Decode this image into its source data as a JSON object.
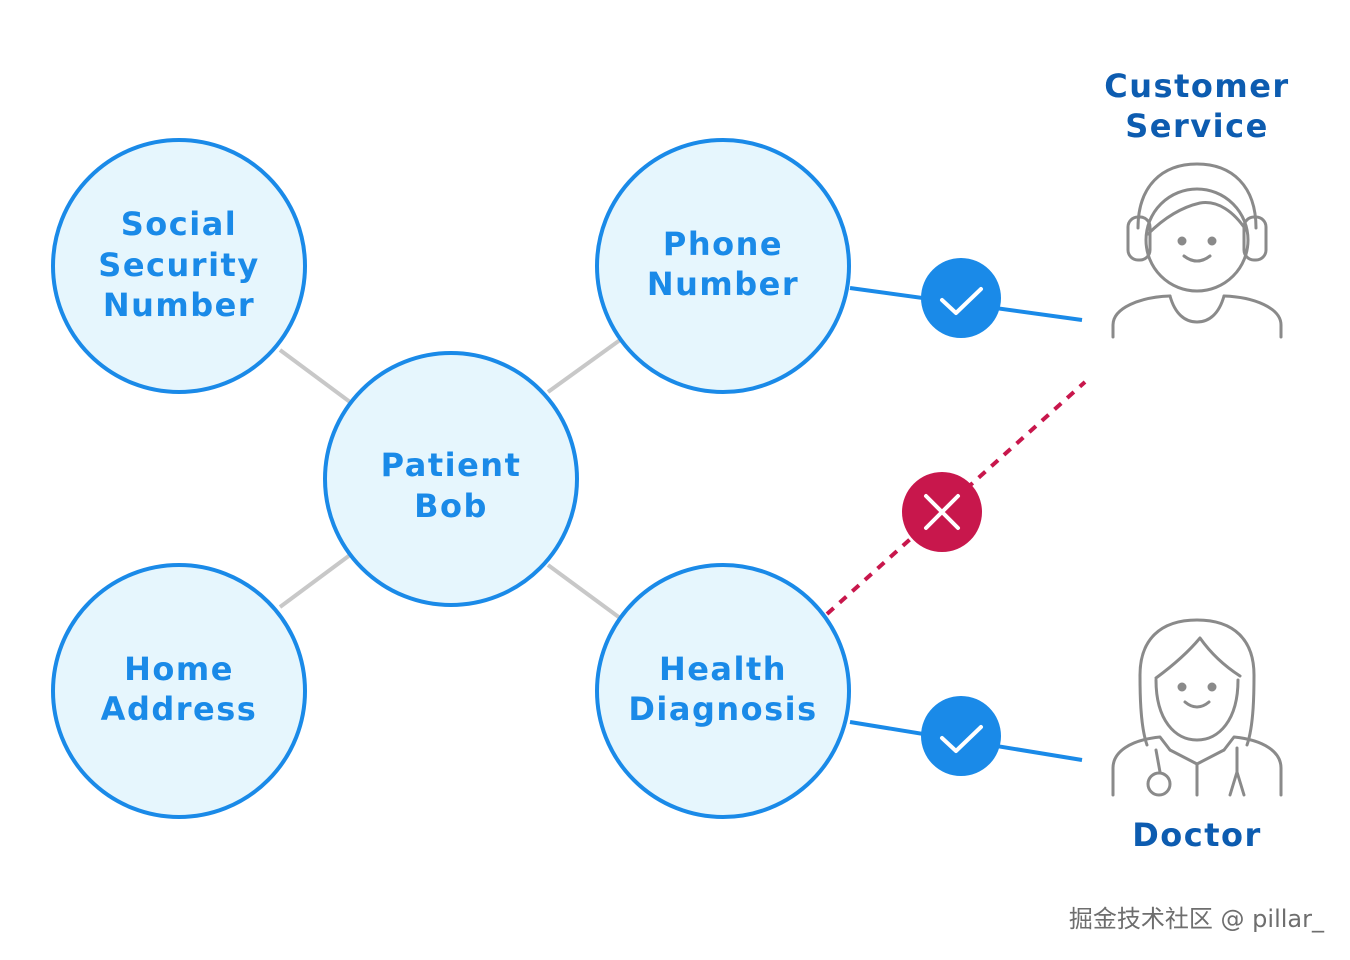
{
  "colors": {
    "node_fill": "#e6f6fd",
    "node_stroke": "#1a8ae8",
    "node_text": "#1a8ae8",
    "role_text": "#0d5cb0",
    "link_gray": "#c8c8c8",
    "allowed_line": "#1a8ae8",
    "allowed_badge": "#1a8ae8",
    "denied_line": "#c8174c",
    "denied_badge": "#c8174c",
    "icon_stroke": "#8a8a8a",
    "watermark": "#6e6e6e"
  },
  "nodes": {
    "ssn": {
      "line1": "Social",
      "line2": "Security",
      "line3": "Number"
    },
    "patient": {
      "line1": "Patient",
      "line2": "Bob"
    },
    "phone": {
      "line1": "Phone",
      "line2": "Number"
    },
    "home": {
      "line1": "Home",
      "line2": "Address"
    },
    "health": {
      "line1": "Health",
      "line2": "Diagnosis"
    }
  },
  "roles": {
    "customer_service": {
      "line1": "Customer",
      "line2": "Service",
      "icon": "headset-person-icon"
    },
    "doctor": {
      "label": "Doctor",
      "icon": "doctor-stethoscope-icon"
    }
  },
  "access": {
    "phone_to_customer_service": {
      "status": "allowed",
      "icon": "check-icon"
    },
    "health_to_customer_service": {
      "status": "denied",
      "icon": "x-icon"
    },
    "health_to_doctor": {
      "status": "allowed",
      "icon": "check-icon"
    }
  },
  "watermark": "掘金技术社区 @ pillar_"
}
